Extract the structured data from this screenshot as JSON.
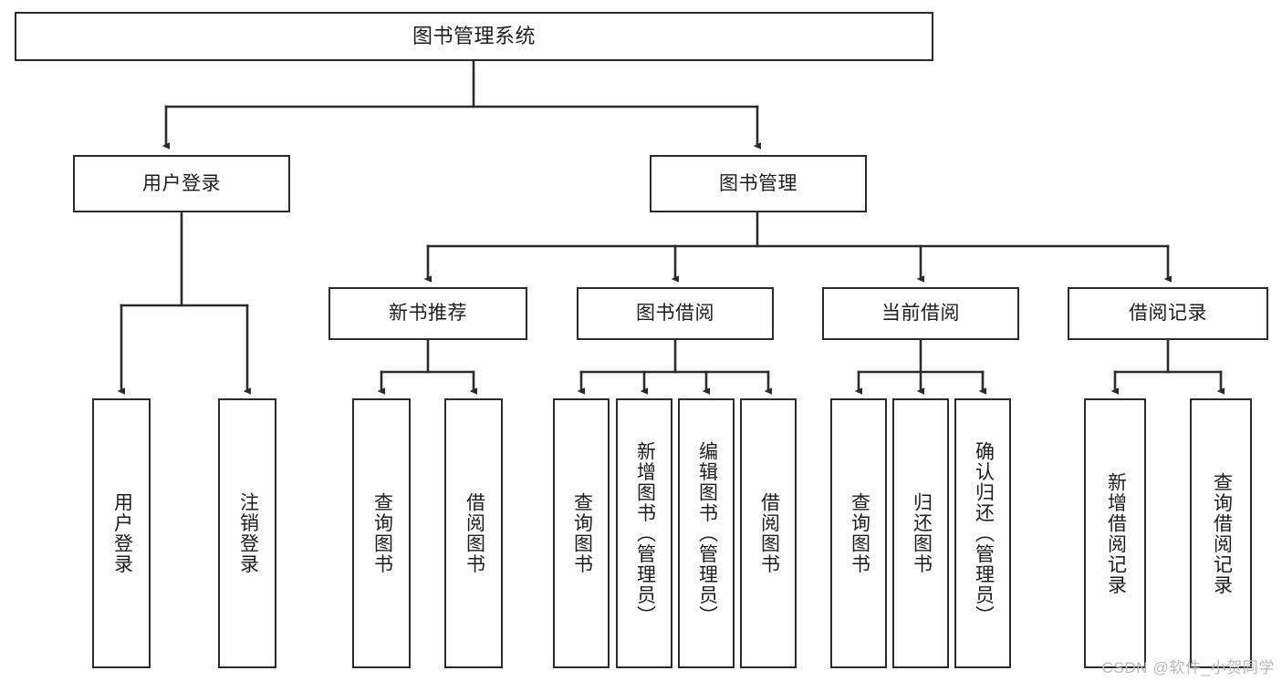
{
  "diagram": {
    "title": "图书管理系统",
    "type": "tree-hierarchy-chart",
    "orientation": "top-down",
    "colors": {
      "box_border": "#2b2b2b",
      "box_fill": "#ffffff",
      "connector": "#2b2b2b",
      "text": "#1d1d1d",
      "watermark": "#b9b9b9",
      "background": "#ffffff"
    }
  },
  "root": {
    "label": "图书管理系统"
  },
  "level2": [
    {
      "label": "用户登录"
    },
    {
      "label": "图书管理"
    }
  ],
  "level3": [
    {
      "label": "新书推荐"
    },
    {
      "label": "图书借阅"
    },
    {
      "label": "当前借阅"
    },
    {
      "label": "借阅记录"
    }
  ],
  "leaves": {
    "user_login": [
      {
        "label": "用户登录"
      },
      {
        "label": "注销登录"
      }
    ],
    "new_book_recommend": [
      {
        "label": "查询图书"
      },
      {
        "label": "借阅图书"
      }
    ],
    "book_borrow": [
      {
        "label": "查询图书"
      },
      {
        "label": "新增图书（管理员）"
      },
      {
        "label": "编辑图书（管理员）"
      },
      {
        "label": "借阅图书"
      }
    ],
    "current_borrow": [
      {
        "label": "查询图书"
      },
      {
        "label": "归还图书"
      },
      {
        "label": "确认归还（管理员）"
      }
    ],
    "borrow_record": [
      {
        "label": "新增借阅记录"
      },
      {
        "label": "查询借阅记录"
      }
    ]
  },
  "watermark": {
    "text": "CSDN @软件_小贺同学"
  }
}
